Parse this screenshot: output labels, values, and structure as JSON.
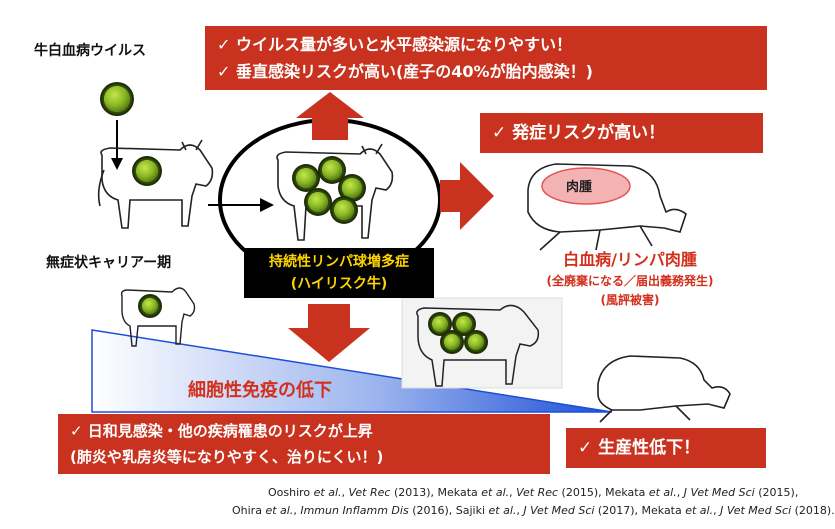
{
  "labels": {
    "virus_name": "牛白血病ウイルス",
    "asymptomatic": "無症状キャリアー期",
    "pl_line1": "持続性リンパ球増多症",
    "pl_line2": "(ハイリスク牛)",
    "lymphoma": "肉腫",
    "leukemia_title": "白血病/リンパ肉腫",
    "leukemia_sub1": "(全廃棄になる／届出義務発生)",
    "leukemia_sub2": "(風評被害)",
    "immunity": "細胞性免疫の低下"
  },
  "boxes": {
    "top_line1": "✓ ウイルス量が多いと水平感染源になりやすい！",
    "top_line2": "✓ 垂直感染リスクが高い(産子の40%が胎内感染！)",
    "onset": "✓ 発症リスクが高い！",
    "opportunistic_line1": "✓ 日和見感染・他の疾病罹患のリスクが上昇",
    "opportunistic_line2": "(肺炎や乳房炎等になりやすく、治りにくい！)",
    "productivity": "✓ 生産性低下！"
  },
  "citations": {
    "line1": [
      {
        "t": "Ooshiro ",
        "i": false
      },
      {
        "t": "et al.",
        "i": true
      },
      {
        "t": ", ",
        "i": false
      },
      {
        "t": "Vet Rec",
        "i": true
      },
      {
        "t": " (2013), Mekata ",
        "i": false
      },
      {
        "t": "et al.",
        "i": true
      },
      {
        "t": ", ",
        "i": false
      },
      {
        "t": "Vet Rec",
        "i": true
      },
      {
        "t": " (2015), Mekata ",
        "i": false
      },
      {
        "t": "et al.",
        "i": true
      },
      {
        "t": ", ",
        "i": false
      },
      {
        "t": "J Vet Med Sci",
        "i": true
      },
      {
        "t": " (2015),",
        "i": false
      }
    ],
    "line2": [
      {
        "t": "Ohira ",
        "i": false
      },
      {
        "t": "et al.",
        "i": true
      },
      {
        "t": ", ",
        "i": false
      },
      {
        "t": "Immun Inflamm Dis",
        "i": true
      },
      {
        "t": " (2016), Sajiki ",
        "i": false
      },
      {
        "t": "et al.",
        "i": true
      },
      {
        "t": ", ",
        "i": false
      },
      {
        "t": "J Vet Med Sci",
        "i": true
      },
      {
        "t": " (2017), Mekata ",
        "i": false
      },
      {
        "t": "et al.",
        "i": true
      },
      {
        "t": ", ",
        "i": false
      },
      {
        "t": "J Vet Med Sci",
        "i": true
      },
      {
        "t": " (2018).",
        "i": false
      }
    ]
  },
  "colors": {
    "red_box": "#c8321f",
    "arrow_red": "#c8321f",
    "text_red": "#d2301c",
    "pl_box_bg": "#000000",
    "pl_box_text": "#ffd400",
    "gradient_start": "#ffffff",
    "gradient_end": "#1d4fd6",
    "virus": "#8ab824"
  }
}
